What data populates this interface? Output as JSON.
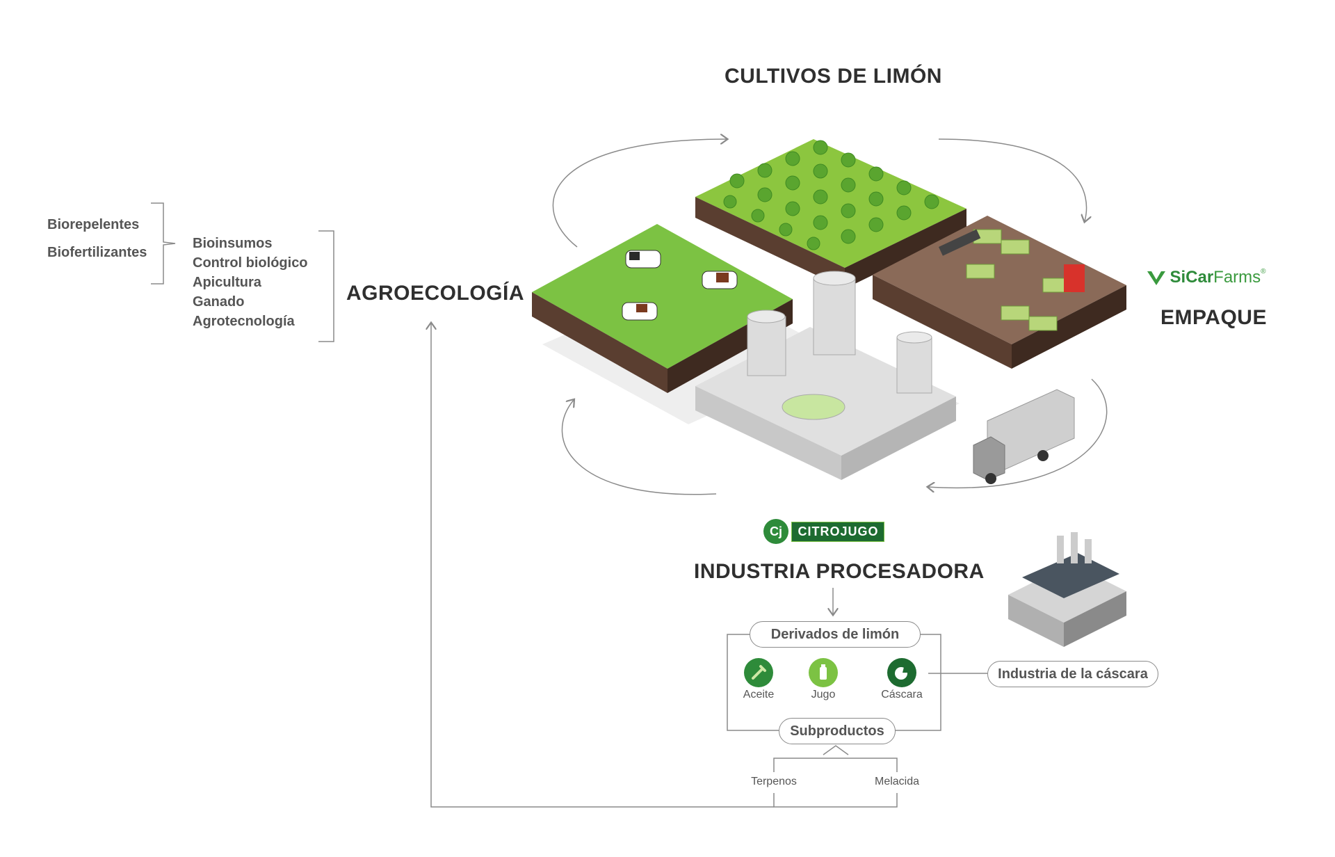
{
  "titles": {
    "cultivos": "CULTIVOS DE LIMÓN",
    "agroecologia": "AGROECOLOGÍA",
    "empaque": "EMPAQUE",
    "industria": "INDUSTRIA PROCESADORA"
  },
  "left_group": [
    "Biorepelentes",
    "Biofertilizantes"
  ],
  "mid_group": [
    "Bioinsumos",
    "Control biológico",
    "Apicultura",
    "Ganado",
    "Agrotecnología"
  ],
  "logos": {
    "sicar_si": "Si",
    "sicar_car": "Car",
    "sicar_farms": "Farms",
    "sicar_reg": "®",
    "citro_cj": "Cj",
    "citro_text": "CITROJUGO"
  },
  "derivados": {
    "label": "Derivados de limón",
    "items": [
      {
        "label": "Aceite",
        "icon": "oil-dropper-icon"
      },
      {
        "label": "Jugo",
        "icon": "juice-bottle-icon"
      },
      {
        "label": "Cáscara",
        "icon": "lemon-peel-icon"
      }
    ]
  },
  "industria_cascara": "Industria de la cáscara",
  "subproductos": {
    "label": "Subproductos",
    "items": [
      "Terpenos",
      "Melacida"
    ]
  },
  "colors": {
    "green_dark": "#2e8b3a",
    "green_light": "#7cc243",
    "soil": "#6b4a3a",
    "line": "#8a8a8a",
    "text": "#555555"
  }
}
